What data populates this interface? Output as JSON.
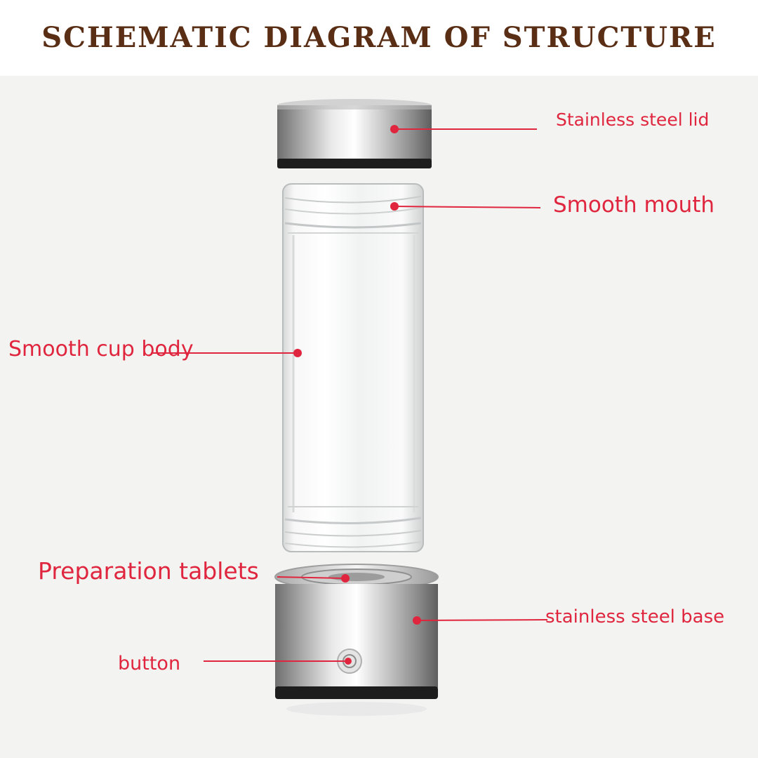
{
  "title": "SCHEMATIC DIAGRAM OF STRUCTURE",
  "colors": {
    "title": "#5a2e14",
    "callout": "#e0263e",
    "background": "#f3f3f2"
  },
  "labels": {
    "lid": "Stainless steel lid",
    "mouth": "Smooth mouth",
    "body": "Smooth cup body",
    "tablets": "Preparation tablets",
    "base": "stainless steel base",
    "button": "button"
  }
}
